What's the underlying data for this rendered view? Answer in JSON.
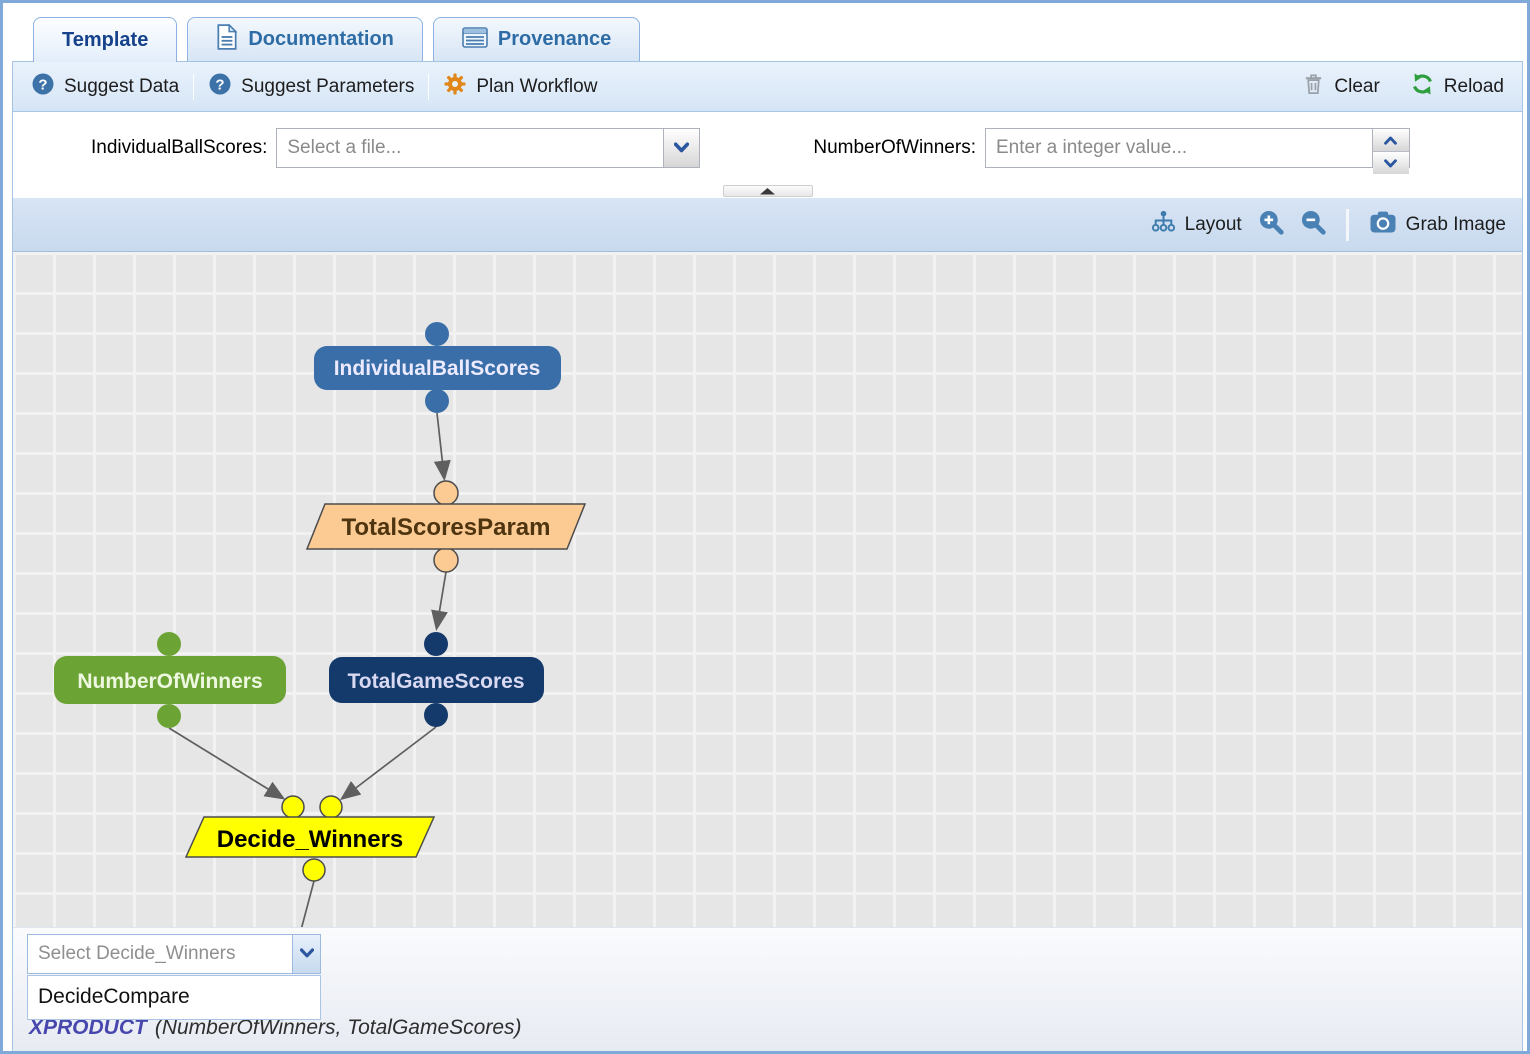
{
  "tabs": {
    "template": {
      "label": "Template"
    },
    "documentation": {
      "label": "Documentation"
    },
    "provenance": {
      "label": "Provenance"
    }
  },
  "toolbar": {
    "suggest_data": "Suggest Data",
    "suggest_parameters": "Suggest Parameters",
    "plan_workflow": "Plan Workflow",
    "clear": "Clear",
    "reload": "Reload"
  },
  "inputs": {
    "individual_ball_scores": {
      "label": "IndividualBallScores:",
      "placeholder": "Select a file..."
    },
    "number_of_winners": {
      "label": "NumberOfWinners:",
      "placeholder": "Enter a integer value..."
    }
  },
  "canvas_toolbar": {
    "layout": "Layout",
    "grab_image": "Grab Image"
  },
  "workflow": {
    "nodes": {
      "individual_ball_scores": {
        "label": "IndividualBallScores",
        "type": "data-variable",
        "color": "#3a6ea8"
      },
      "total_scores_param": {
        "label": "TotalScoresParam",
        "type": "component",
        "color": "#fccb94"
      },
      "number_of_winners": {
        "label": "NumberOfWinners",
        "type": "parameter-variable",
        "color": "#6ca335"
      },
      "total_game_scores": {
        "label": "TotalGameScores",
        "type": "data-variable",
        "color": "#14396b"
      },
      "decide_winners": {
        "label": "Decide_Winners",
        "type": "component",
        "color": "#ffff00"
      }
    },
    "edges": [
      {
        "from": "IndividualBallScores",
        "to": "TotalScoresParam"
      },
      {
        "from": "TotalScoresParam",
        "to": "TotalGameScores"
      },
      {
        "from": "NumberOfWinners",
        "to": "Decide_Winners"
      },
      {
        "from": "TotalGameScores",
        "to": "Decide_Winners"
      },
      {
        "from": "Decide_Winners",
        "to": "output"
      }
    ]
  },
  "footer": {
    "combo_placeholder": "Select Decide_Winners",
    "options": [
      "DecideCompare"
    ],
    "rule_name": "XPRODUCT",
    "rule_args": "(NumberOfWinners, TotalGameScores)"
  },
  "icons": {
    "question_mark": "?"
  },
  "colors": {
    "accent_blue": "#3d72a8",
    "gear_orange": "#e0861a",
    "reload_green": "#2f9e3f",
    "edge_gray": "#5f5f5f"
  }
}
